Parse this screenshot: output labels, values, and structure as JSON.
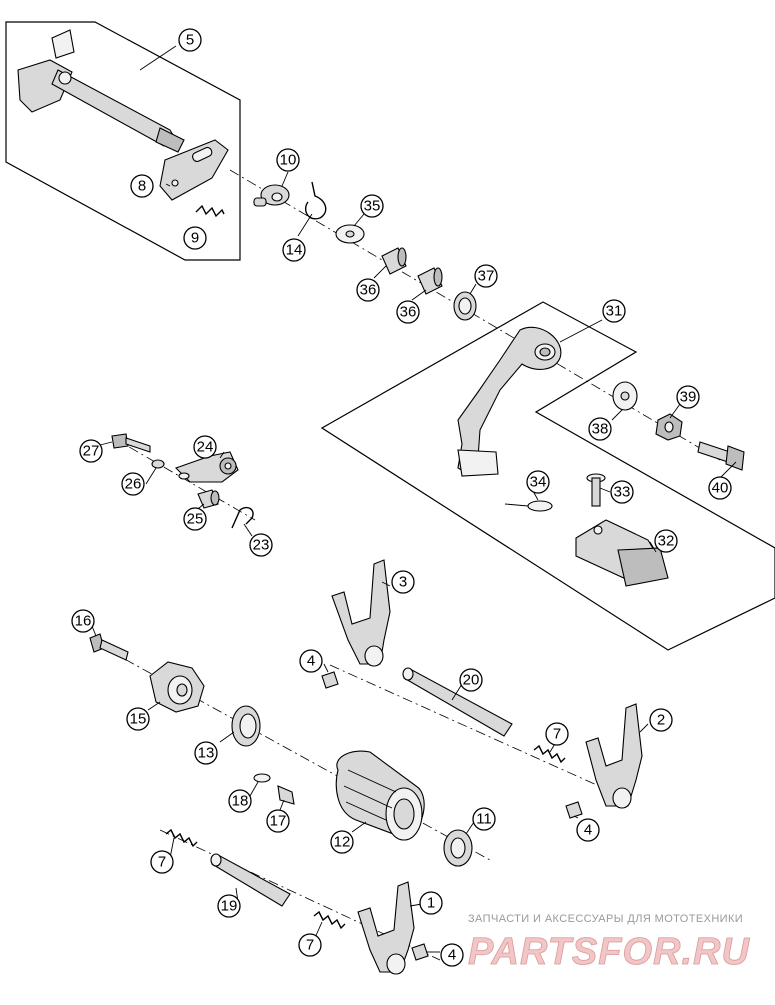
{
  "diagram": {
    "part_numbers": [
      "1",
      "2",
      "3",
      "4",
      "5",
      "7",
      "8",
      "9",
      "10",
      "11",
      "12",
      "13",
      "14",
      "15",
      "16",
      "17",
      "18",
      "19",
      "20",
      "23",
      "24",
      "25",
      "26",
      "27",
      "31",
      "32",
      "33",
      "34",
      "35",
      "36",
      "37",
      "38",
      "39",
      "40"
    ],
    "callout_labels": {
      "c1": "1",
      "c2": "2",
      "c3": "3",
      "c4a": "4",
      "c4b": "4",
      "c4c": "4",
      "c5": "5",
      "c7a": "7",
      "c7b": "7",
      "c7c": "7",
      "c8": "8",
      "c9": "9",
      "c10": "10",
      "c11": "11",
      "c12": "12",
      "c13": "13",
      "c14": "14",
      "c15": "15",
      "c16": "16",
      "c17": "17",
      "c18": "18",
      "c19": "19",
      "c20": "20",
      "c23": "23",
      "c24": "24",
      "c25": "25",
      "c26": "26",
      "c27": "27",
      "c31": "31",
      "c32": "32",
      "c33": "33",
      "c34": "34",
      "c35": "35",
      "c36a": "36",
      "c36b": "36",
      "c37": "37",
      "c38": "38",
      "c39": "39",
      "c40": "40"
    }
  },
  "watermark": {
    "tagline": "ЗАПЧАСТИ И АКСЕССУАРЫ ДЛЯ МОТОТЕХНИКИ",
    "logo": "PARTSFOR.RU",
    "logo_color": "#f2c6c6"
  }
}
